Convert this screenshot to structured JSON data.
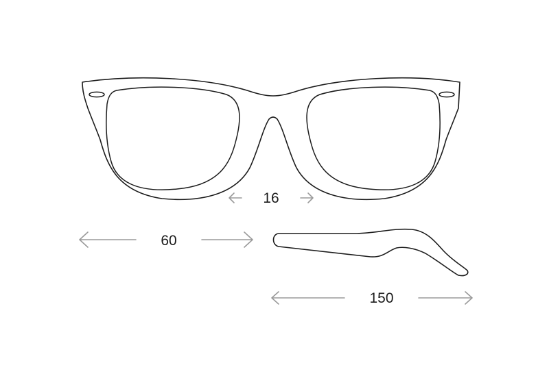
{
  "dimensions": {
    "bridge_width": "16",
    "lens_width": "60",
    "temple_length": "150"
  },
  "colors": {
    "outline": "#1c1c1c",
    "arrow": "#9a9a9a",
    "background": "#ffffff"
  }
}
